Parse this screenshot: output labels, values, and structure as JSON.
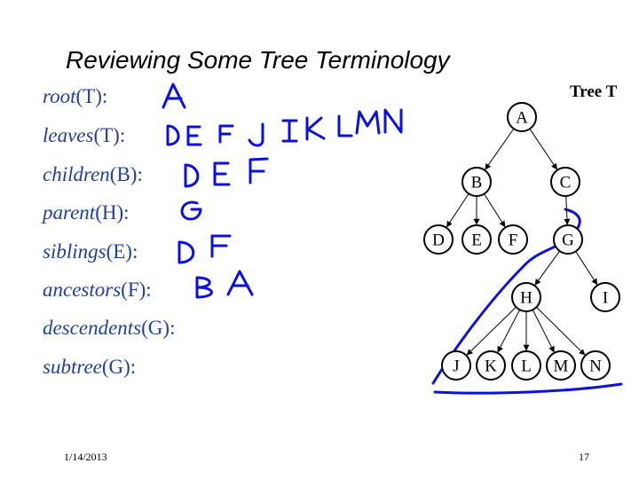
{
  "slide": {
    "title": "Reviewing Some Tree Terminology",
    "tree_title": "Tree T",
    "date": "1/14/2013",
    "page_number": "17"
  },
  "terms": [
    {
      "fn": "root",
      "arg": "(T):"
    },
    {
      "fn": "leaves",
      "arg": "(T):"
    },
    {
      "fn": "children",
      "arg": "(B):"
    },
    {
      "fn": "parent",
      "arg": "(H):"
    },
    {
      "fn": "siblings",
      "arg": "(E):"
    },
    {
      "fn": "ancestors",
      "arg": "(F):"
    },
    {
      "fn": "descendents",
      "arg": "(G):"
    },
    {
      "fn": "subtree",
      "arg": "(G):"
    }
  ],
  "annotations": [
    "A",
    "DEFJIKLMN",
    "DEF",
    "G",
    "DF",
    "BA"
  ],
  "ink_color": "#0a10e0",
  "term_color": "#1f3fa6",
  "tree": {
    "nodes": [
      "A",
      "B",
      "C",
      "D",
      "E",
      "F",
      "G",
      "H",
      "I",
      "J",
      "K",
      "L",
      "M",
      "N"
    ],
    "edges": [
      [
        "A",
        "B"
      ],
      [
        "A",
        "C"
      ],
      [
        "B",
        "D"
      ],
      [
        "B",
        "E"
      ],
      [
        "B",
        "F"
      ],
      [
        "C",
        "G"
      ],
      [
        "G",
        "H"
      ],
      [
        "G",
        "I"
      ],
      [
        "H",
        "J"
      ],
      [
        "H",
        "K"
      ],
      [
        "H",
        "L"
      ],
      [
        "H",
        "M"
      ],
      [
        "H",
        "N"
      ]
    ]
  }
}
